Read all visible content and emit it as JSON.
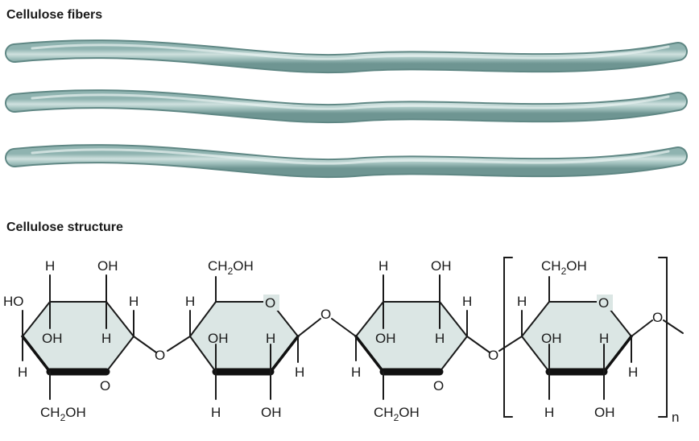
{
  "titles": {
    "fibers": "Cellulose fibers",
    "structure": "Cellulose structure"
  },
  "labels": {
    "H": "H",
    "OH": "OH",
    "HO": "HO",
    "O": "O",
    "CH2OH_a": "CH",
    "CH2OH_sub": "2",
    "CH2OH_b": "OH",
    "n": "n"
  },
  "colors": {
    "fiber": "#a9c7c4",
    "fiber_dark": "#6e9592",
    "ring_fill": "#dbe6e4"
  }
}
